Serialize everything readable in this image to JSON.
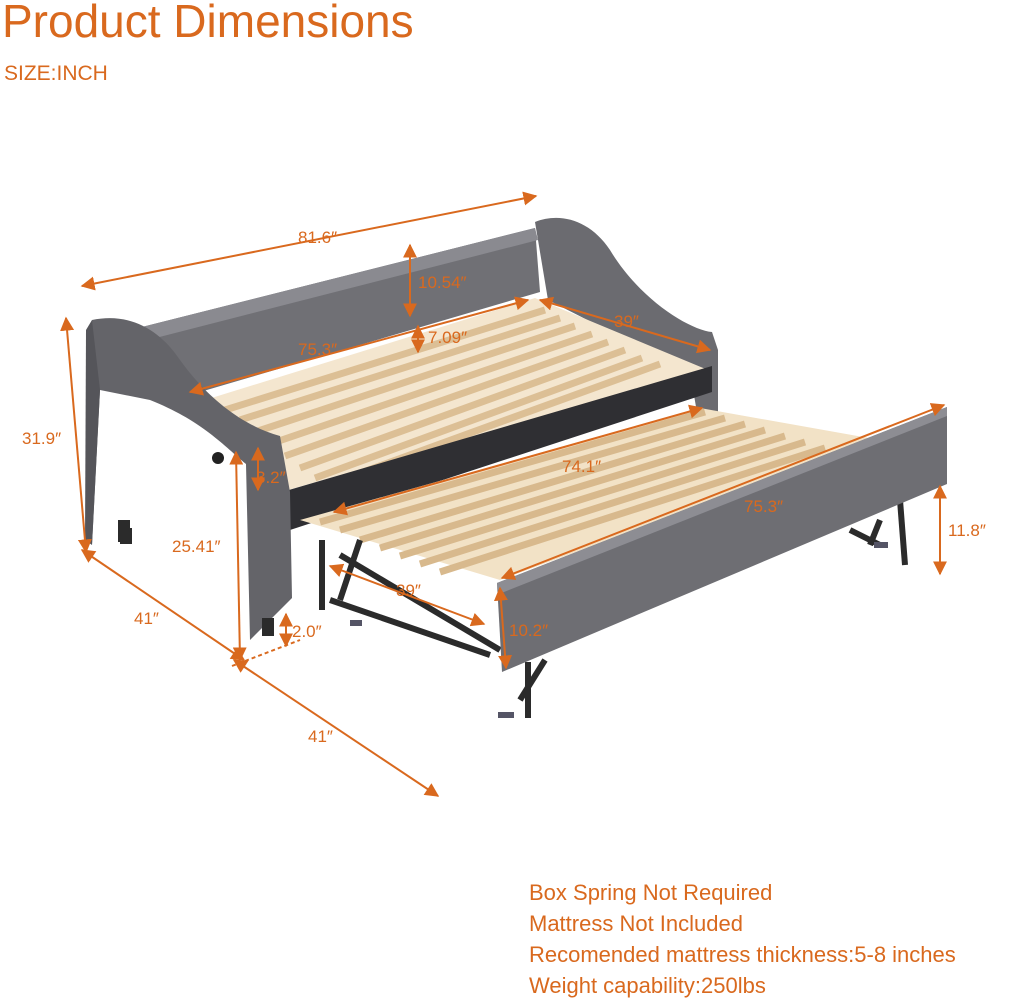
{
  "header": {
    "title": "Product Dimensions",
    "subtitle": "SIZE:INCH"
  },
  "dimensions": {
    "overall_width": "81.6″",
    "backrest_height": "10.54″",
    "inner_length": "75.3″",
    "side_offset": "7.09″",
    "inner_width": "39″",
    "overall_height": "31.9″",
    "arm_offset": "3.2″",
    "arm_height": "25.41″",
    "trundle_inner_length": "74.1″",
    "trundle_length": "75.3″",
    "trundle_height": "11.8″",
    "trundle_width": "39″",
    "trundle_panel_height": "10.2″",
    "leg_clearance": "2.0″",
    "depth": "41″",
    "extended_depth": "41″"
  },
  "notes": [
    "Box Spring Not Required",
    "Mattress Not Included",
    "Recomended mattress thickness:5-8 inches",
    "Weight capability:250lbs"
  ],
  "colors": {
    "accent": "#d9691e",
    "upholstery": "#6b6b70",
    "slat": "#e6cda8",
    "frame": "#2b2b2b"
  }
}
